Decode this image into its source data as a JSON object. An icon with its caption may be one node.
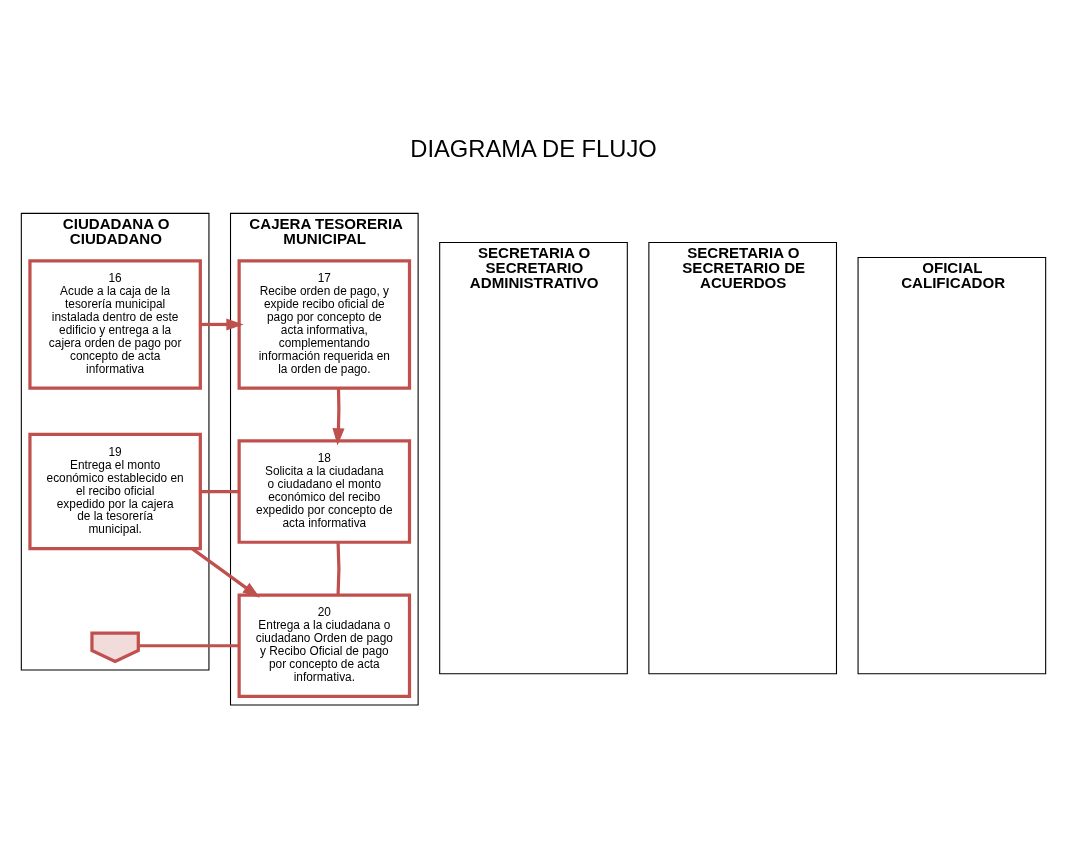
{
  "diagram": {
    "title": "DIAGRAMA DE FLUJO",
    "nodes": [
      {
        "text": [
          "CIUDADANA O CIUDADANO"
        ]
      },
      {
        "text": [
          "SECRETARIA O SECRETARIO ADMINISTRATIVO"
        ]
      },
      {
        "text": [
          "SECRETARIA O SECRETARIO DE ACUERDOS"
        ]
      },
      {
        "text": [
          "OFICIAL CALIFICADOR"
        ]
      },
      {
        "text": [
          "CAJERA TESORERIA MUNICIPAL"
        ]
      },
      {
        "text": [
          "16",
          "Acude a la caja de la tesorería municipal instalada dentro de este edificio y entrega a la cajera orden de pago por concepto de acta informativa"
        ],
        "in": 0
      },
      {
        "text": [
          "17",
          "Recibe orden de pago, y expide recibo oficial de pago por concepto de acta informativa, complementando información requerida en la orden de pago."
        ],
        "in": 4
      },
      {
        "text": [
          "18",
          "Solicita a la ciudadana o ciudadano el monto económico del recibo expedido por concepto de acta informativa"
        ],
        "in": 4
      },
      {
        "text": [
          "19",
          "Entrega el monto económico establecido en el recibo oficial expedido por la cajera de la tesorería municipal."
        ],
        "in": 0
      },
      {
        "text": [
          "20",
          "Entrega a la ciudadana o ciudadano Orden de pago y Recibo Oficial de pago por concepto de acta informativa."
        ],
        "in": 4
      },
      {
        "text": [],
        "shape": "pentagon",
        "in": 0
      }
    ],
    "edges": [
      {
        "from": 5,
        "to": 6,
        "arrow": "to"
      },
      {
        "from": 6,
        "to": 7,
        "arrow": "to"
      },
      {
        "from": 7,
        "to": 8,
        "arrow": "none"
      },
      {
        "from": 8,
        "to": 9,
        "arrow": "to"
      },
      {
        "from": 7,
        "to": 9,
        "arrow": "none"
      },
      {
        "from": 9,
        "to": 10,
        "arrow": "none"
      }
    ]
  }
}
